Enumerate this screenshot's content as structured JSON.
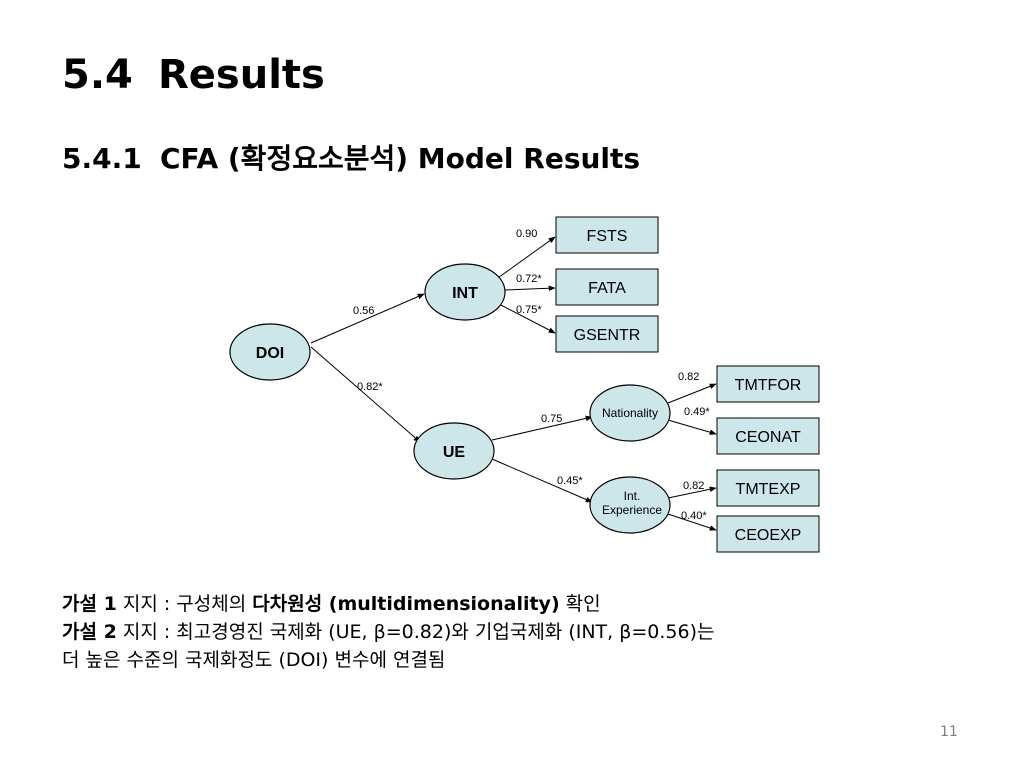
{
  "heading": {
    "number": "5.4",
    "text": "Results"
  },
  "subheading": {
    "number": "5.4.1",
    "text": "CFA (확정요소분석) Model Results"
  },
  "diagram": {
    "nodes": {
      "doi": "DOI",
      "int": "INT",
      "ue": "UE",
      "nationality": "Nationality",
      "int_experience_line1": "Int.",
      "int_experience_line2": "Experience",
      "fsts": "FSTS",
      "fata": "FATA",
      "gsentr": "GSENTR",
      "tmtfor": "TMTFOR",
      "ceonat": "CEONAT",
      "tmtexp": "TMTEXP",
      "ceoexp": "CEOEXP"
    },
    "loadings": {
      "doi_int": "0.56",
      "doi_ue": "0.82*",
      "int_fsts": "0.90",
      "int_fata": "0.72*",
      "int_gsentr": "0.75*",
      "ue_nationality": "0.75",
      "ue_int_experience": "0.45*",
      "nationality_tmtfor": "0.82",
      "nationality_ceonat": "0.49*",
      "int_experience_tmtexp": "0.82",
      "int_experience_ceoexp": "0.40*"
    },
    "colors": {
      "fill": "#cde6ea",
      "stroke": "#000000"
    }
  },
  "notes": {
    "line1": {
      "hyp": "가설 1",
      "a": " 지지 : 구성체의 ",
      "bold": "다차원성 (multidimensionality)",
      "b": " 확인"
    },
    "line2": {
      "hyp": "가설 2",
      "a": " 지지 : 최고경영진 국제화 (UE, β=0.82)와 기업국제화 (INT, β=0.56)는"
    },
    "line3": {
      "a": "더 높은 수준의 국제화정도 (DOI) 변수에 연결됨"
    }
  },
  "page_number": "11"
}
